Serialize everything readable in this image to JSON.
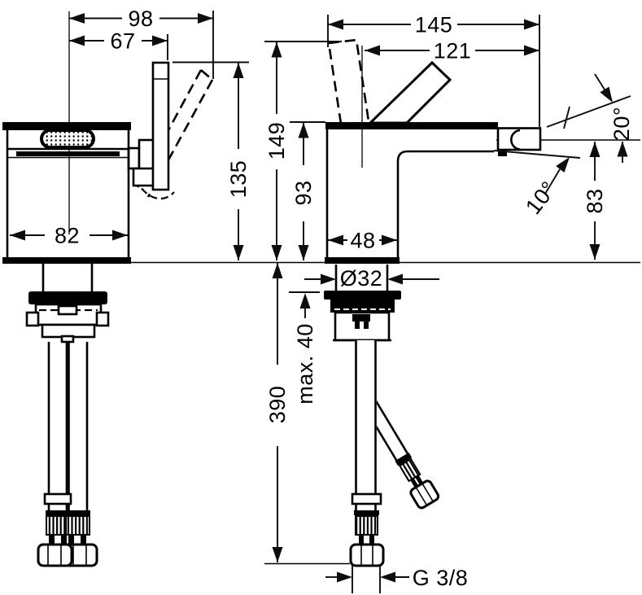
{
  "front_view": {
    "overall_width": "98",
    "handle_offset": "67",
    "handle_height_above_deck": "135",
    "body_width": "82"
  },
  "side_view": {
    "overall_depth": "145",
    "handle_center_depth": "121",
    "total_height": "149",
    "spout_base_height": "93",
    "body_depth": "48",
    "shaft_diameter": "Ø32",
    "angle_upper": "20°",
    "angle_lower": "10°",
    "spout_outlet_height": "83"
  },
  "installation": {
    "hose_length": "390",
    "max_deck_thickness": "max. 40",
    "thread": "G 3/8"
  }
}
